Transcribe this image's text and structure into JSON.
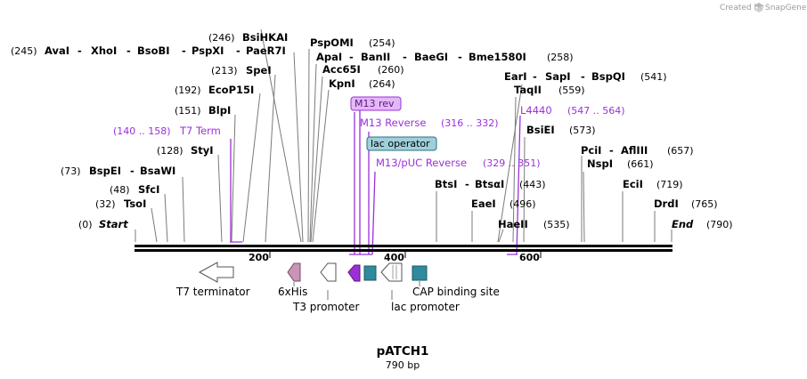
{
  "credit": "Created by",
  "brand": "SnapGene",
  "plasmid": {
    "name": "pATCH1",
    "length": "790 bp"
  },
  "end_labels": [
    {
      "name": "Start",
      "pos": "(0)"
    },
    {
      "name": "End",
      "pos": "(790)"
    }
  ],
  "sites": [
    {
      "names": [
        "AvaI",
        "XhoI",
        "BsoBI",
        "PspXI",
        "PaeR7I"
      ],
      "pos": "(245)"
    },
    {
      "names": [
        "BsiHKAI"
      ],
      "pos": "(246)"
    },
    {
      "names": [
        "SpeI"
      ],
      "pos": "(213)"
    },
    {
      "names": [
        "EcoP15I"
      ],
      "pos": "(192)"
    },
    {
      "names": [
        "BlpI"
      ],
      "pos": "(151)"
    },
    {
      "names": [
        "StyI"
      ],
      "pos": "(128)"
    },
    {
      "names": [
        "BspEI",
        "BsaWI"
      ],
      "pos": "(73)"
    },
    {
      "names": [
        "SfcI"
      ],
      "pos": "(48)"
    },
    {
      "names": [
        "TsoI"
      ],
      "pos": "(32)"
    },
    {
      "names": [
        "PspOMI"
      ],
      "pos": "(254)"
    },
    {
      "names": [
        "ApaI",
        "BanII",
        "BaeGI",
        "Bme1580I"
      ],
      "pos": "(258)"
    },
    {
      "names": [
        "Acc65I"
      ],
      "pos": "(260)"
    },
    {
      "names": [
        "KpnI"
      ],
      "pos": "(264)"
    },
    {
      "names": [
        "EarI",
        "SapI",
        "BspQI"
      ],
      "pos": "(541)"
    },
    {
      "names": [
        "TaqII"
      ],
      "pos": "(559)"
    },
    {
      "names": [
        "BsiEI"
      ],
      "pos": "(573)"
    },
    {
      "names": [
        "PciI",
        "AflIII"
      ],
      "pos": "(657)"
    },
    {
      "names": [
        "NspI"
      ],
      "pos": "(661)"
    },
    {
      "names": [
        "EciI"
      ],
      "pos": "(719)"
    },
    {
      "names": [
        "DrdI"
      ],
      "pos": "(765)"
    },
    {
      "names": [
        "BtsI",
        "BtsαI"
      ],
      "pos": "(443)"
    },
    {
      "names": [
        "EaeI"
      ],
      "pos": "(496)"
    },
    {
      "names": [
        "HaeII"
      ],
      "pos": "(535)"
    }
  ],
  "primers": [
    {
      "name": "T7 Term",
      "range": "(140 .. 158)"
    },
    {
      "name": "M13 Reverse",
      "range": "(316 .. 332)"
    },
    {
      "name": "M13/pUC Reverse",
      "range": "(329 .. 351)"
    },
    {
      "name": "L4440",
      "range": "(547 .. 564)"
    }
  ],
  "boxed_features": [
    {
      "name": "M13 rev",
      "color": "#e4b8f7",
      "border": "#9b30d9"
    },
    {
      "name": "lac operator",
      "color": "#9fd0da",
      "border": "#2e6f80"
    }
  ],
  "features": [
    {
      "name": "T7 terminator",
      "color": "#ffffff"
    },
    {
      "name": "6xHis",
      "color": "#c994b6"
    },
    {
      "name": "T3 promoter",
      "color": "#ffffff"
    },
    {
      "name": "lac promoter",
      "color": "#ffffff"
    },
    {
      "name": "CAP binding site",
      "color": "#2e8a9c"
    }
  ],
  "ticks": [
    "200",
    "400",
    "600"
  ],
  "colors": {
    "primer": "#9b30d9",
    "backbone": "#000000",
    "feature_teal": "#2e8a9c",
    "feature_purple": "#9b30d9"
  }
}
